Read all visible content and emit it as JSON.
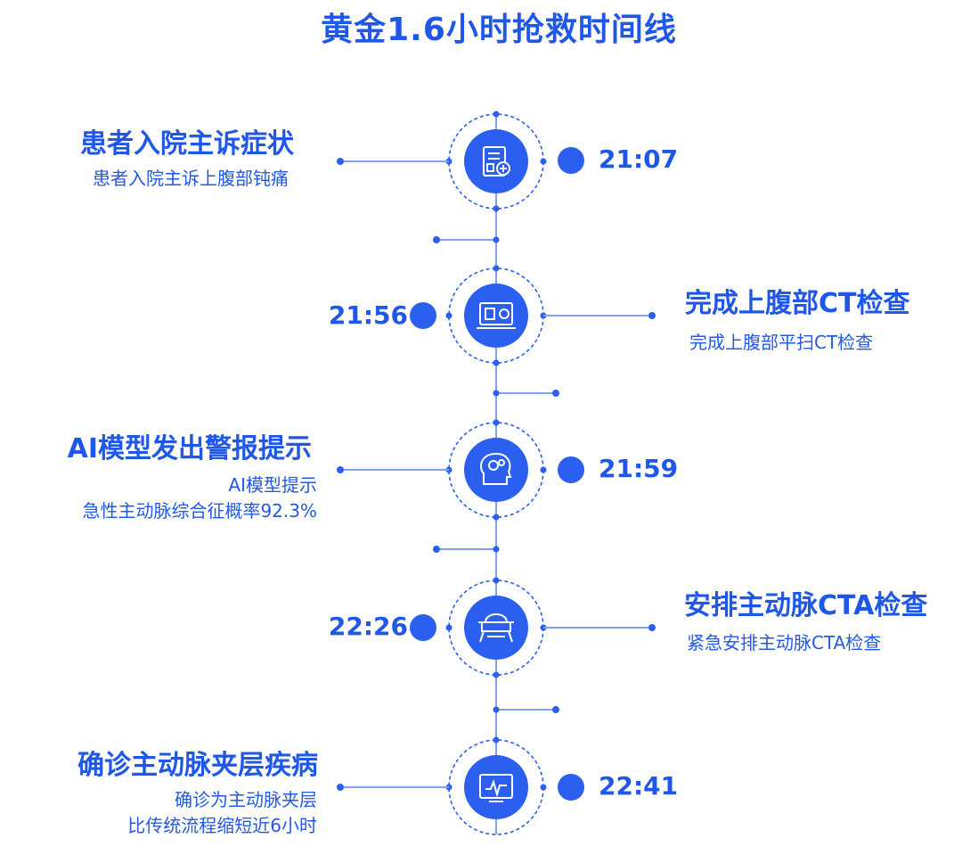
{
  "title": "黄金1.6小时抢救时间线",
  "colors": {
    "primary": "#1f58e8",
    "circle": "#2b5ff0",
    "line": "#7fa2f5"
  },
  "events": [
    {
      "title": "患者入院主诉症状",
      "desc": [
        "患者入院主诉上腹部钝痛"
      ],
      "time": "21:07",
      "icon": "medical-report-icon"
    },
    {
      "title": "完成上腹部CT检查",
      "desc": [
        "完成上腹部平扫CT检查"
      ],
      "time": "21:56",
      "icon": "ct-scanner-icon"
    },
    {
      "title": "AI模型发出警报提示",
      "desc": [
        "AI模型提示",
        "急性主动脉综合征概率92.3%"
      ],
      "time": "21:59",
      "icon": "ai-head-icon"
    },
    {
      "title": "安排主动脉CTA检查",
      "desc": [
        "紧急安排主动脉CTA检查"
      ],
      "time": "22:26",
      "icon": "cta-machine-icon"
    },
    {
      "title": "确诊主动脉夹层疾病",
      "desc": [
        "确诊为主动脉夹层",
        "比传统流程缩短近6小时"
      ],
      "time": "22:41",
      "icon": "diagnosis-monitor-icon"
    }
  ]
}
